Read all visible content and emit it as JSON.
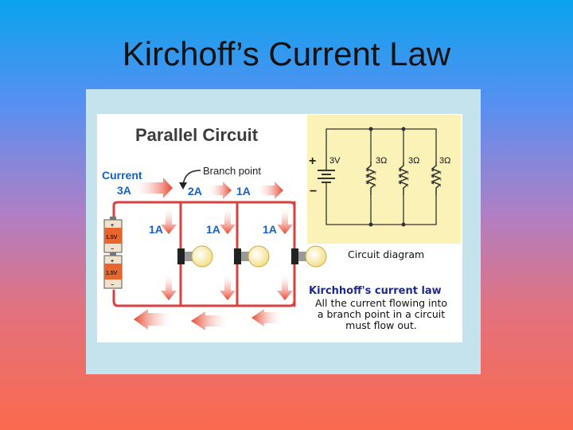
{
  "slide": {
    "title": "Kirchoff’s Current Law"
  },
  "figure": {
    "heading": "Parallel Circuit",
    "current_label": "Current",
    "current_value": "3A",
    "branch_point_label": "Branch point",
    "flow_labels": [
      "2A",
      "1A"
    ],
    "branch_currents": [
      "1A",
      "1A",
      "1A"
    ],
    "battery_labels": [
      "1.5V",
      "1.5V"
    ],
    "battery_plus": "+",
    "battery_minus": "−",
    "schematic": {
      "voltage": "3V",
      "resistors": [
        "3Ω",
        "3Ω",
        "3Ω"
      ],
      "plus": "+",
      "minus": "−",
      "caption": "Circuit diagram"
    },
    "law_title": "Kirchhoff's current law",
    "law_lines": [
      "All the current flowing into",
      "a branch point in a circuit",
      "must flow out."
    ],
    "colors": {
      "wire": "#d94040",
      "arrow": "#e8452e",
      "schematic_bg": "#fbf2b8",
      "label_blue": "#1560c8",
      "law_blue": "#1e2b8c"
    }
  }
}
